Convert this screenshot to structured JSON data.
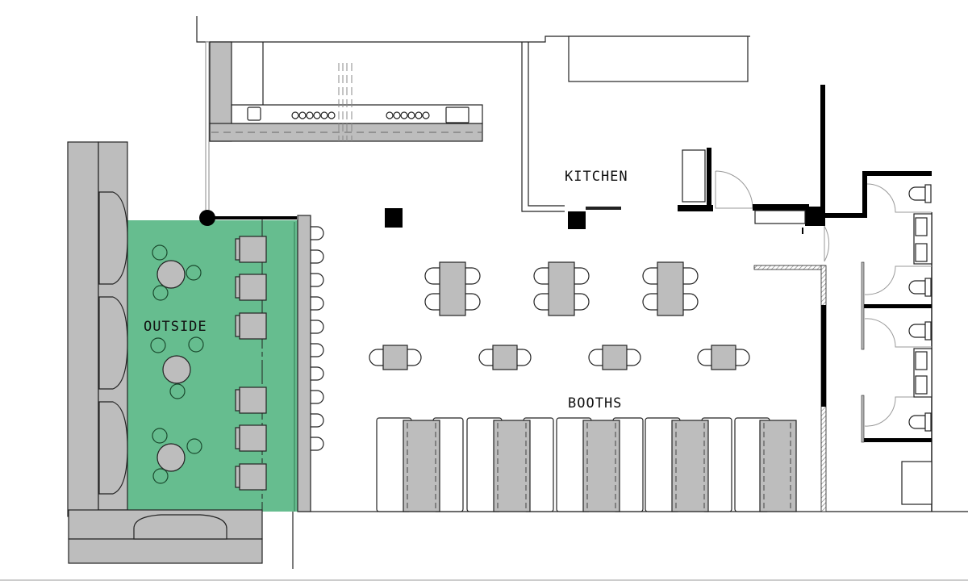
{
  "plan": {
    "labels": {
      "kitchen": "KITCHEN",
      "outside": "OUTSIDE",
      "booths": "BOOTHS"
    },
    "colors": {
      "outside_area": "#66bd8f",
      "furniture": "#bdbdbd",
      "wall": "#000000"
    }
  }
}
